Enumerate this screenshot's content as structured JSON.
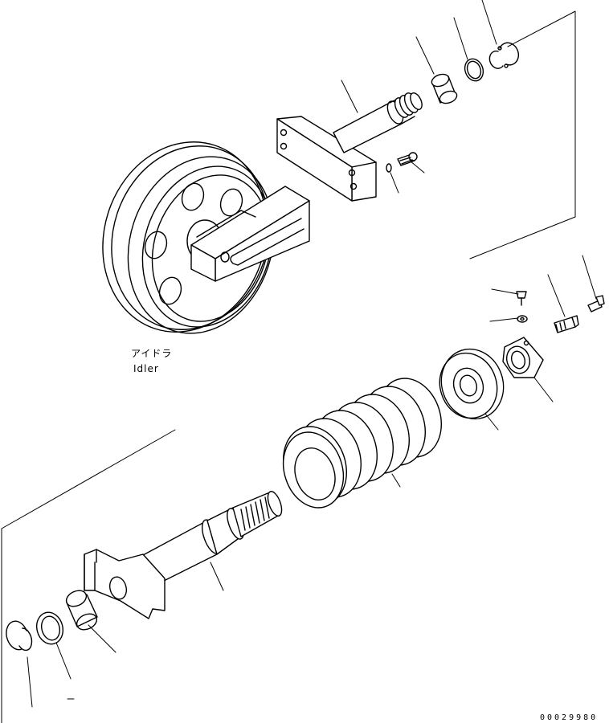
{
  "labels": {
    "idler_jp": "アイドラ",
    "idler_en": "Idler"
  },
  "drawing_code": "00029980"
}
